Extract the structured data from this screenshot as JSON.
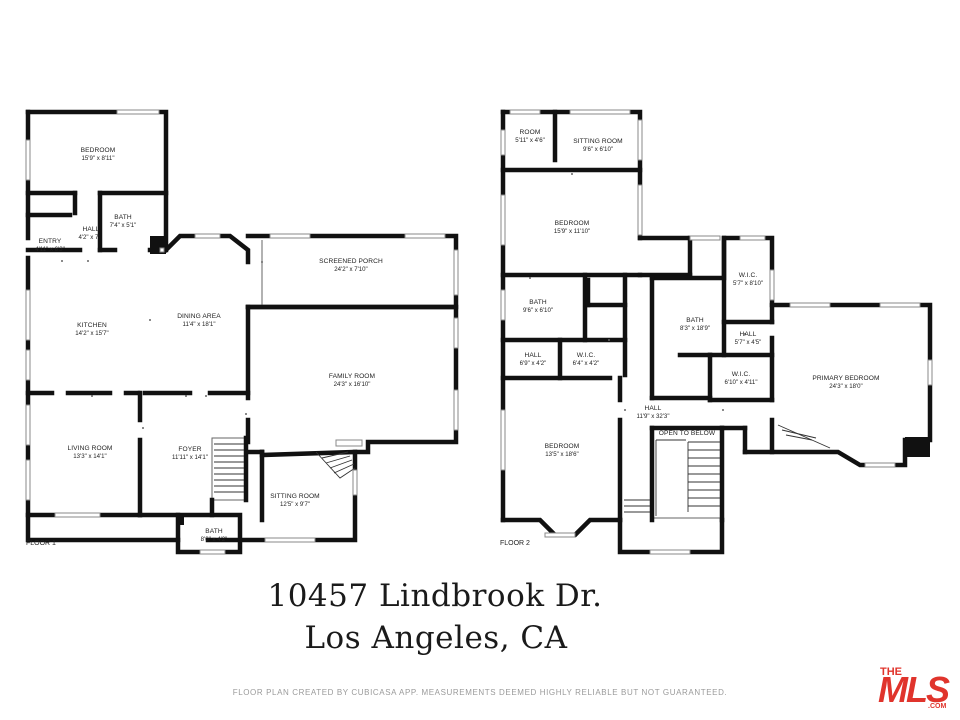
{
  "floor1": {
    "label": "FLOOR 1",
    "rooms": [
      {
        "id": "f1-bedroom",
        "name": "BEDROOM",
        "dims": "15'9\" x 8'11\""
      },
      {
        "id": "f1-bath",
        "name": "BATH",
        "dims": "7'4\" x 5'1\""
      },
      {
        "id": "f1-hall",
        "name": "HALL",
        "dims": "4'2\" x 7'"
      },
      {
        "id": "f1-entry",
        "name": "ENTRY",
        "dims": "4'11\" x 6'3\""
      },
      {
        "id": "f1-screened-porch",
        "name": "SCREENED PORCH",
        "dims": "24'2\" x 7'10\""
      },
      {
        "id": "f1-kitchen",
        "name": "KITCHEN",
        "dims": "14'2\" x 15'7\""
      },
      {
        "id": "f1-dining-area",
        "name": "DINING AREA",
        "dims": "11'4\" x 18'1\""
      },
      {
        "id": "f1-family-room",
        "name": "FAMILY ROOM",
        "dims": "24'3\" x 16'10\""
      },
      {
        "id": "f1-living-room",
        "name": "LIVING ROOM",
        "dims": "13'3\" x 14'1\""
      },
      {
        "id": "f1-foyer",
        "name": "FOYER",
        "dims": "11'11\" x 14'1\""
      },
      {
        "id": "f1-sitting-room",
        "name": "SITTING ROOM",
        "dims": "12'5\" x 9'7\""
      },
      {
        "id": "f1-bath2",
        "name": "BATH",
        "dims": "8'0\" x 4'2\""
      }
    ]
  },
  "floor2": {
    "label": "FLOOR 2",
    "rooms": [
      {
        "id": "f2-room",
        "name": "ROOM",
        "dims": "5'11\" x 4'6\""
      },
      {
        "id": "f2-sitting-room",
        "name": "SITTING ROOM",
        "dims": "9'6\" x 6'10\""
      },
      {
        "id": "f2-bedroom-top",
        "name": "BEDROOM",
        "dims": "15'9\" x 11'10\""
      },
      {
        "id": "f2-wic-top",
        "name": "W.I.C.",
        "dims": "5'7\" x 8'10\""
      },
      {
        "id": "f2-bath-left",
        "name": "BATH",
        "dims": "9'6\" x 6'10\""
      },
      {
        "id": "f2-bath-main",
        "name": "BATH",
        "dims": "8'3\" x 18'9\""
      },
      {
        "id": "f2-hall-small",
        "name": "HALL",
        "dims": "5'7\" x 4'5\""
      },
      {
        "id": "f2-hall-left",
        "name": "HALL",
        "dims": "6'9\" x 4'2\""
      },
      {
        "id": "f2-wic-left",
        "name": "W.I.C.",
        "dims": "6'4\" x 4'2\""
      },
      {
        "id": "f2-wic-bottom",
        "name": "W.I.C.",
        "dims": "6'10\" x 4'11\""
      },
      {
        "id": "f2-primary-bedroom",
        "name": "PRIMARY BEDROOM",
        "dims": "24'3\" x 18'0\""
      },
      {
        "id": "f2-hall-main",
        "name": "HALL",
        "dims": "11'9\" x 32'3\""
      },
      {
        "id": "f2-bedroom-bottom",
        "name": "BEDROOM",
        "dims": "13'5\" x 18'6\""
      }
    ],
    "open_to_below": "OPEN TO BELOW"
  },
  "address": {
    "line1": "10457 Lindbrook Dr.",
    "line2": "Los Angeles, CA"
  },
  "disclaimer": "FLOOR PLAN CREATED BY CUBICASA APP. MEASUREMENTS DEEMED HIGHLY RELIABLE BUT NOT GUARANTEED.",
  "logo": {
    "top": "THE",
    "main": "MLS",
    "suffix": ".COM",
    "color": "#e0342c"
  }
}
